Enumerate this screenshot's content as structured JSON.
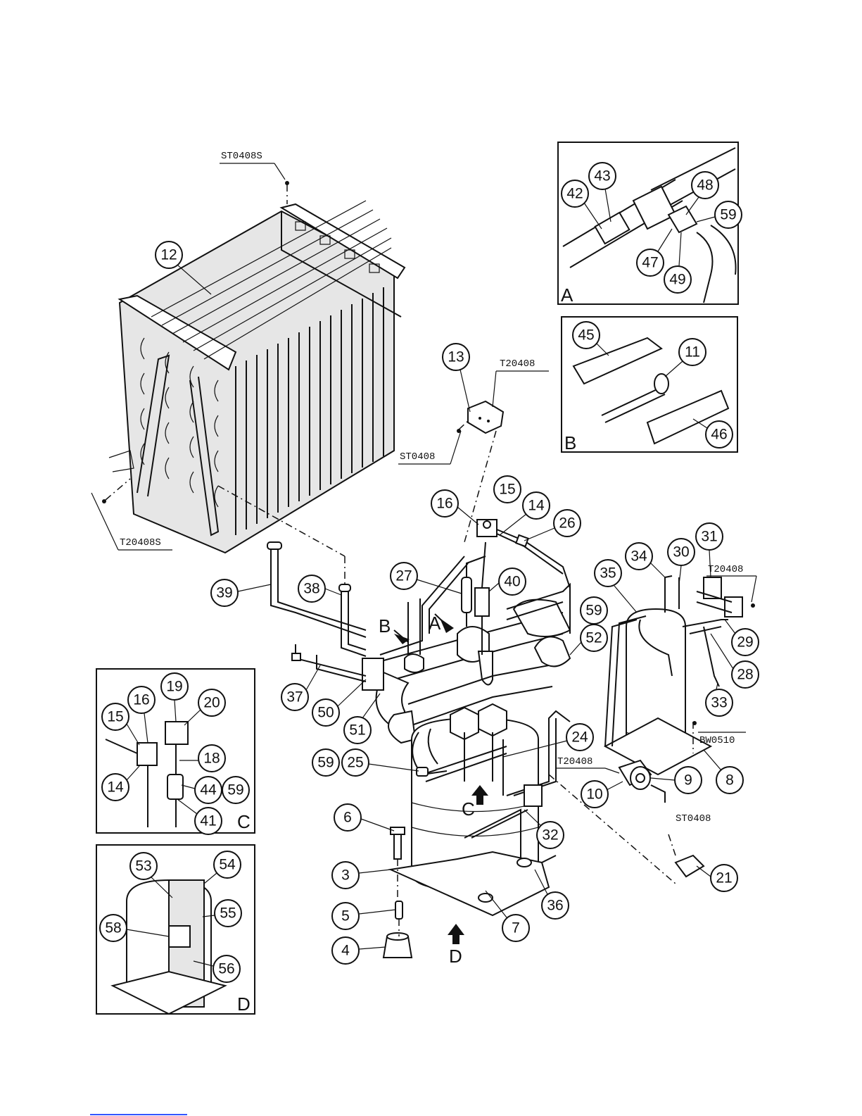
{
  "callouts": [
    "3",
    "4",
    "5",
    "6",
    "7",
    "8",
    "9",
    "10",
    "11",
    "12",
    "13",
    "14",
    "15",
    "16",
    "18",
    "19",
    "20",
    "21",
    "24",
    "25",
    "26",
    "27",
    "28",
    "29",
    "30",
    "31",
    "32",
    "33",
    "34",
    "35",
    "36",
    "37",
    "38",
    "39",
    "40",
    "41",
    "42",
    "43",
    "44",
    "45",
    "46",
    "47",
    "48",
    "49",
    "50",
    "51",
    "52",
    "53",
    "54",
    "55",
    "56",
    "58",
    "59"
  ],
  "codes": {
    "st0408s": "ST0408S",
    "t20408s": "T20408S",
    "t20408": "T20408",
    "st0408": "ST0408",
    "bw0510": "BW0510"
  },
  "views": {
    "a": "A",
    "b": "B",
    "c": "C",
    "d": "D"
  }
}
